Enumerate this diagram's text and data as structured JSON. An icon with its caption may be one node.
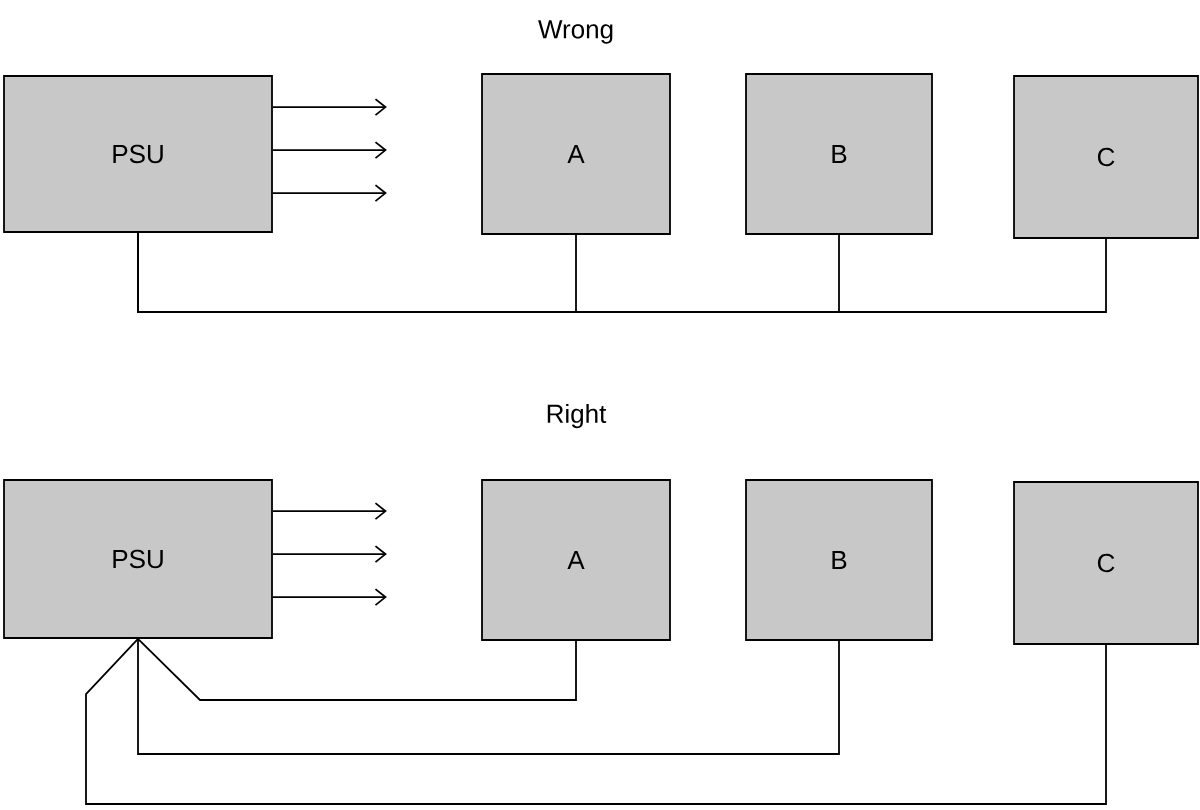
{
  "diagram": {
    "nodes": [
      {
        "text": [
          "PSU"
        ]
      },
      {
        "text": [
          "A"
        ]
      },
      {
        "text": [
          "B"
        ]
      },
      {
        "text": [
          "C"
        ]
      },
      {
        "text": [
          "PSU"
        ]
      },
      {
        "text": [
          "A"
        ]
      },
      {
        "text": [
          "B"
        ]
      },
      {
        "text": [
          "C"
        ]
      }
    ],
    "edges": [
      {
        "from": 0,
        "to": null,
        "arrow": "to"
      },
      {
        "from": 0,
        "to": null,
        "arrow": "to"
      },
      {
        "from": 0,
        "to": null,
        "arrow": "to"
      },
      {
        "from": 0,
        "to": 1,
        "arrow": "none"
      },
      {
        "from": 0,
        "to": 2,
        "arrow": "none"
      },
      {
        "from": 0,
        "to": 3,
        "arrow": "none"
      },
      {
        "from": 4,
        "to": null,
        "arrow": "to"
      },
      {
        "from": 4,
        "to": null,
        "arrow": "to"
      },
      {
        "from": 4,
        "to": null,
        "arrow": "to"
      },
      {
        "from": 4,
        "to": 5,
        "arrow": "none"
      },
      {
        "from": 4,
        "to": 6,
        "arrow": "none"
      },
      {
        "from": 4,
        "to": 7,
        "arrow": "none"
      }
    ],
    "labels": [
      "Wrong",
      "Right"
    ]
  }
}
